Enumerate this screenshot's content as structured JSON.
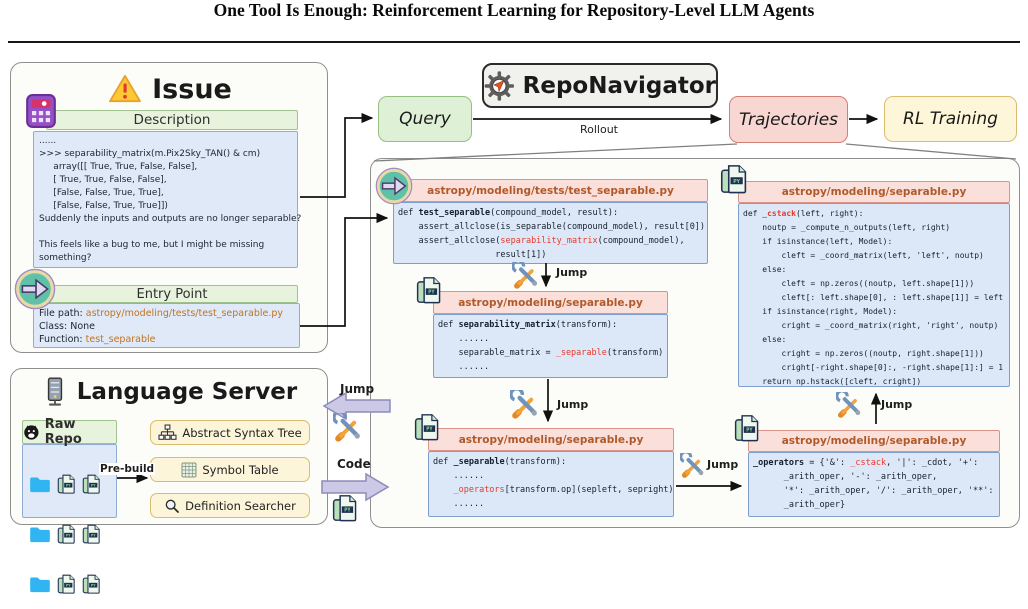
{
  "title": "One Tool Is Enough: Reinforcement Learning for Repository-Level LLM Agents",
  "issue": {
    "heading": "Issue",
    "description_header": "Description",
    "description_lines": [
      [
        [
          "......",
          ""
        ]
      ],
      [
        [
          ">>> separability_matrix(m.Pix2Sky_TAN() & cm)",
          ""
        ]
      ],
      [
        [
          "     array([[ True, True, False, False],",
          ""
        ]
      ],
      [
        [
          "     [ True, True, False, False],",
          ""
        ]
      ],
      [
        [
          "     [False, False, True, True],",
          ""
        ]
      ],
      [
        [
          "     [False, False, True, True]])",
          ""
        ]
      ],
      [
        [
          "Suddenly the inputs and outputs are no longer separable?",
          ""
        ]
      ],
      [],
      [
        [
          "This feels like a bug to me, but I might be missing",
          ""
        ]
      ],
      [
        [
          "something?",
          ""
        ]
      ]
    ],
    "entry_header": "Entry Point",
    "entry_lines": [
      [
        [
          "File path: ",
          ""
        ],
        [
          "astropy/modeling/tests/test_separable.py",
          "o"
        ]
      ],
      [
        [
          "Class: None",
          ""
        ]
      ],
      [
        [
          "Function: ",
          ""
        ],
        [
          "test_separable",
          "o"
        ]
      ]
    ]
  },
  "pipeline": {
    "query": "Query",
    "repo_navigator": "RepoNavigator",
    "trajectories": "Trajectories",
    "rl_training": "RL Training"
  },
  "labels": {
    "rollout": "Rollout",
    "jump": "Jump",
    "code": "Code",
    "prebuild": "Pre-build"
  },
  "language_server": {
    "heading": "Language Server",
    "raw_repo": "Raw Repo",
    "components": [
      "Abstract Syntax Tree",
      "Symbol Table",
      "Definition Searcher"
    ]
  },
  "panel": {
    "boxes": [
      {
        "file": "astropy/modeling/tests/test_separable.py",
        "code": [
          [
            [
              "def ",
              ""
            ],
            [
              "test_separable",
              "b"
            ],
            [
              "(compound_model, result):",
              ""
            ]
          ],
          [
            [
              "    assert_allclose(is_separable(compound_model), result[0])",
              ""
            ]
          ],
          [
            [
              "    assert_allclose(",
              ""
            ],
            [
              "separability_matrix",
              "r"
            ],
            [
              "(compound_model),",
              ""
            ]
          ],
          [
            [
              "                   result[1])",
              ""
            ]
          ]
        ]
      },
      {
        "file": "astropy/modeling/separable.py",
        "code": [
          [
            [
              "def ",
              ""
            ],
            [
              "separability_matrix",
              "b"
            ],
            [
              "(transform):",
              ""
            ]
          ],
          [
            [
              "    ......",
              ""
            ]
          ],
          [
            [
              "    separable_matrix = ",
              ""
            ],
            [
              "_separable",
              "r"
            ],
            [
              "(transform)",
              ""
            ]
          ],
          [
            [
              "    ......",
              ""
            ]
          ]
        ]
      },
      {
        "file": "astropy/modeling/separable.py",
        "code": [
          [
            [
              "def ",
              ""
            ],
            [
              "_separable",
              "b"
            ],
            [
              "(transform):",
              ""
            ]
          ],
          [
            [
              "    ......",
              ""
            ]
          ],
          [
            [
              "    ",
              ""
            ],
            [
              "_operators",
              "r"
            ],
            [
              "[transform.op](sepleft, sepright)",
              ""
            ]
          ],
          [
            [
              "    ......",
              ""
            ]
          ]
        ]
      },
      {
        "file": "astropy/modeling/separable.py",
        "code": [
          [
            [
              "_operators",
              "b"
            ],
            [
              " = {'&': ",
              ""
            ],
            [
              "_cstack",
              "r"
            ],
            [
              ", '|': _cdot, '+':",
              ""
            ]
          ],
          [
            [
              "      _arith_oper, '-': _arith_oper,",
              ""
            ]
          ],
          [
            [
              "      '*': _arith_oper, '/': _arith_oper, '**':",
              ""
            ]
          ],
          [
            [
              "      _arith_oper}",
              ""
            ]
          ]
        ]
      },
      {
        "file": "astropy/modeling/separable.py",
        "code": [
          [
            [
              "def ",
              ""
            ],
            [
              "_cstack",
              "rb"
            ],
            [
              "(left, right):",
              ""
            ]
          ],
          [
            [
              "    noutp = _compute_n_outputs(left, right)",
              ""
            ]
          ],
          [
            [
              "    if isinstance(left, Model):",
              ""
            ]
          ],
          [
            [
              "        cleft = _coord_matrix(left, 'left', noutp)",
              ""
            ]
          ],
          [
            [
              "    else:",
              ""
            ]
          ],
          [
            [
              "        cleft = np.zeros((noutp, left.shape[1]))",
              ""
            ]
          ],
          [
            [
              "        cleft[: left.shape[0], : left.shape[1]] = left",
              ""
            ]
          ],
          [
            [
              "    if isinstance(right, Model):",
              ""
            ]
          ],
          [
            [
              "        cright = _coord_matrix(right, 'right', noutp)",
              ""
            ]
          ],
          [
            [
              "    else:",
              ""
            ]
          ],
          [
            [
              "        cright = np.zeros((noutp, right.shape[1]))",
              ""
            ]
          ],
          [
            [
              "        cright[-right.shape[0]:, -right.shape[1]:] = 1",
              ""
            ]
          ],
          [
            [
              "    return np.hstack([cleft, cright])",
              ""
            ]
          ]
        ]
      }
    ]
  },
  "colors": {
    "green_header": "#e7f3dd",
    "blue_code": "#dfe9f8",
    "pink_header": "#fadfdb",
    "yellow_box": "#fdf5da",
    "red_code": "#e8392b",
    "orange_path": "#c0741f",
    "purple_arrow": "#cbc9e6",
    "trajectories_pink": "#f8d6d2"
  }
}
